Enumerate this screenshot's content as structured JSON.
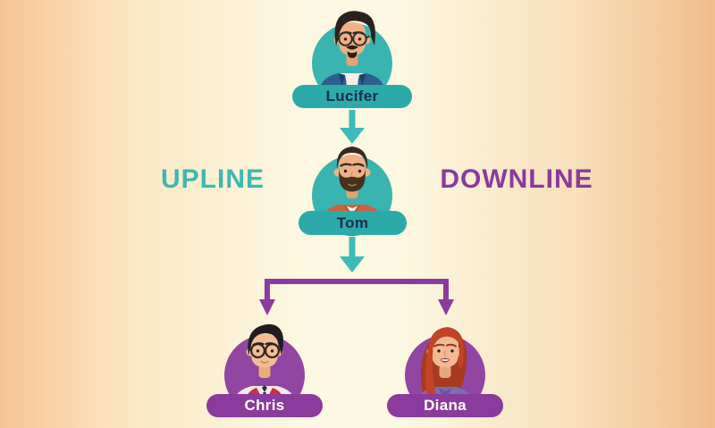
{
  "title": "Upline / Downline network hierarchy diagram",
  "labels": {
    "upline": "UPLINE",
    "downline": "DOWNLINE"
  },
  "nodes": [
    {
      "id": "lucifer",
      "name": "Lucifer",
      "tier": "upline",
      "theme": "teal",
      "avatar": "man-dark-quiff-glasses-goatee-blue-jacket"
    },
    {
      "id": "tom",
      "name": "Tom",
      "tier": "center",
      "theme": "teal",
      "avatar": "man-short-hair-full-beard-terracotta-shirt"
    },
    {
      "id": "chris",
      "name": "Chris",
      "tier": "downline",
      "theme": "purple",
      "avatar": "man-black-hair-round-glasses-red-argyle-vest"
    },
    {
      "id": "diana",
      "name": "Diana",
      "tier": "downline",
      "theme": "purple",
      "avatar": "woman-red-hair-purple-blouse"
    }
  ],
  "edges": [
    {
      "from": "Lucifer",
      "to": "Tom",
      "style": "teal-down-arrow"
    },
    {
      "from": "Tom",
      "to": "Chris",
      "style": "purple-branch-arrow"
    },
    {
      "from": "Tom",
      "to": "Diana",
      "style": "purple-branch-arrow"
    }
  ],
  "colors": {
    "background_edge": "#f4c291",
    "background_center": "#fdf8e2",
    "teal_circle": "#3ab4b0",
    "teal_pill": "#2caaa8",
    "teal_arrow": "#3cbcb6",
    "teal_label_text": "#3eb9ae",
    "purple_circle": "#9147a2",
    "purple_pill": "#8a3b9b",
    "purple_arrow": "#8c3a9d",
    "purple_label_text": "#8a3a9b",
    "pill_text_dark": "#1f2c4d",
    "pill_text_light": "#ffffff"
  }
}
